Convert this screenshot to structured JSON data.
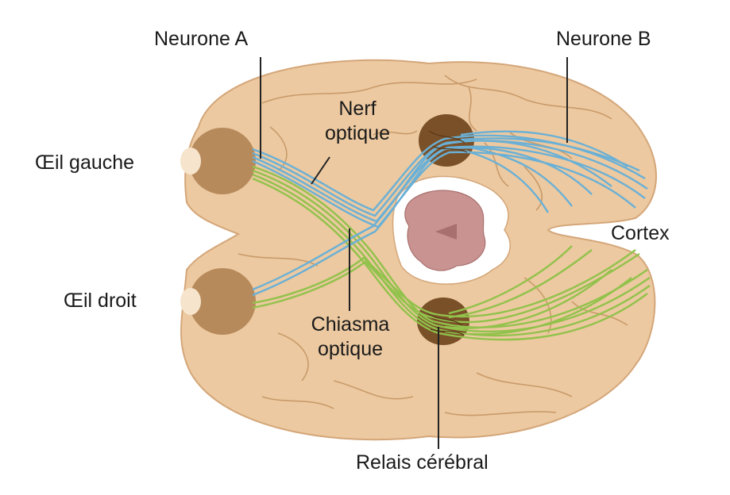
{
  "labels": {
    "neurone_a": "Neurone A",
    "neurone_b": "Neurone B",
    "nerf_optique_line1": "Nerf",
    "nerf_optique_line2": "optique",
    "oeil_gauche": "Œil gauche",
    "oeil_droit": "Œil droit",
    "cortex": "Cortex",
    "chiasma_line1": "Chiasma",
    "chiasma_line2": "optique",
    "relais_cerebral": "Relais cérébral"
  },
  "colors": {
    "brain": "#ecc9a0",
    "brain_stroke": "#d4a679",
    "fold": "#c99b6b",
    "eye": "#b78a5c",
    "eye_light": "#f6e5cc",
    "relay": "#7a5028",
    "ventricle": "#ffffff",
    "brainstem": "#c99391",
    "neuron_a": "#6ab0d6",
    "neuron_b": "#92c24c",
    "leader": "#222222"
  }
}
